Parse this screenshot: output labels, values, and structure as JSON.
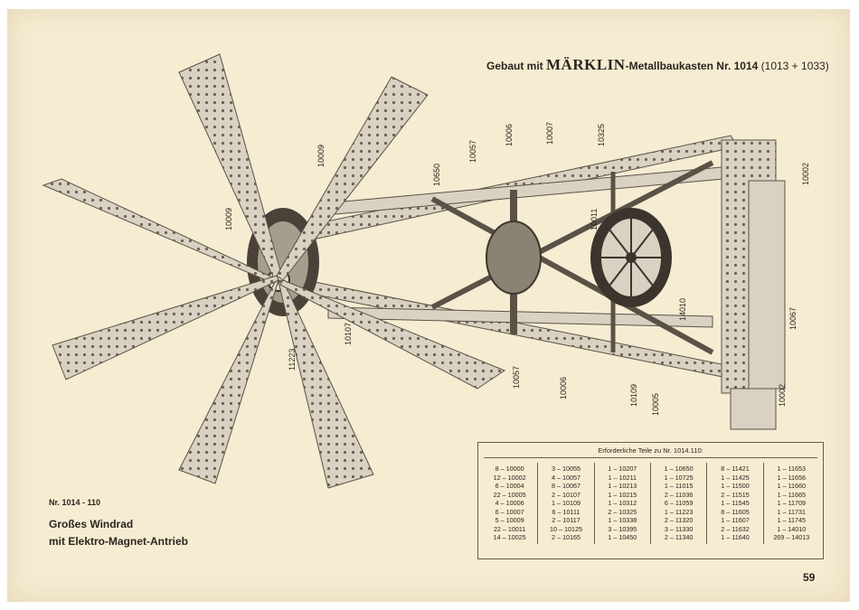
{
  "header": {
    "prefix": "Gebaut mit",
    "brand": "MÄRKLIN",
    "suffix": "-Metallbaukasten Nr. 1014",
    "models": "(1013 + 1033)"
  },
  "callouts": {
    "c10009a": "10009",
    "c10009b": "10009",
    "c10057a": "10057",
    "c10006a": "10006",
    "c10007": "10007",
    "c10325": "10325",
    "c10650": "10650",
    "c10011": "10011",
    "c10002a": "10002",
    "c10107": "10107",
    "c11223": "11223",
    "c10057b": "10057",
    "c10006b": "10006",
    "c10109": "10109",
    "c10005": "10005",
    "c14010": "14010",
    "c10067": "10067",
    "c10002b": "10002"
  },
  "caption": {
    "number": "Nr. 1014 - 110",
    "title1": "Großes Windrad",
    "title2": "mit Elektro-Magnet-Antrieb"
  },
  "parts": {
    "title": "Erforderliche Teile zu Nr. 1014.110:",
    "columns": [
      [
        "8 – 10000",
        "12 – 10002",
        "6 – 10004",
        "22 – 10005",
        "4 – 10006",
        "6 – 10007",
        "5 – 10009",
        "22 – 10011",
        "14 – 10025"
      ],
      [
        "3 – 10055",
        "4 – 10057",
        "8 – 10067",
        "2 – 10107",
        "1 – 10109",
        "6 – 10111",
        "2 – 10117",
        "10 – 10125",
        "2 – 10165"
      ],
      [
        "1 – 10207",
        "1 – 10211",
        "1 – 10213",
        "1 – 10215",
        "1 – 10312",
        "2 – 10325",
        "1 – 10338",
        "3 – 10395",
        "1 – 10450"
      ],
      [
        "1 – 10650",
        "1 – 10725",
        "1 – 11015",
        "2 – 11036",
        "6 – 11059",
        "1 – 11223",
        "2 – 11320",
        "3 – 11330",
        "2 – 11340"
      ],
      [
        "8 – 11421",
        "1 – 11425",
        "1 – 11500",
        "2 – 11515",
        "1 – 11545",
        "8 – 11605",
        "1 – 11607",
        "2 – 11632",
        "1 – 11640"
      ],
      [
        "1 – 11653",
        "1 – 11656",
        "1 – 11660",
        "1 – 11665",
        "1 – 11709",
        "1 – 11731",
        "1 – 11745",
        "1 – 14010",
        "269 – 14013"
      ]
    ]
  },
  "page_number": "59"
}
